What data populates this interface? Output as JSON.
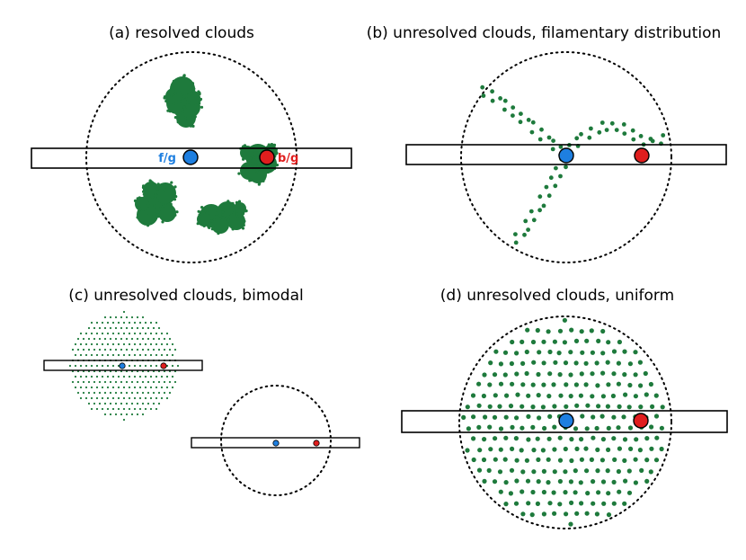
{
  "colors": {
    "cloud": "#1e7a3c",
    "foreground": "#1e7fe0",
    "background": "#e01e1e",
    "outline": "#000000"
  },
  "panels": [
    {
      "id": "a",
      "title": "(a) resolved clouds",
      "fg_label": "f/g",
      "bg_label": "b/g"
    },
    {
      "id": "b",
      "title": "(b) unresolved clouds, filamentary distribution"
    },
    {
      "id": "c",
      "title": "(c) unresolved clouds, bimodal"
    },
    {
      "id": "d",
      "title": "(d) unresolved clouds, uniform"
    }
  ]
}
